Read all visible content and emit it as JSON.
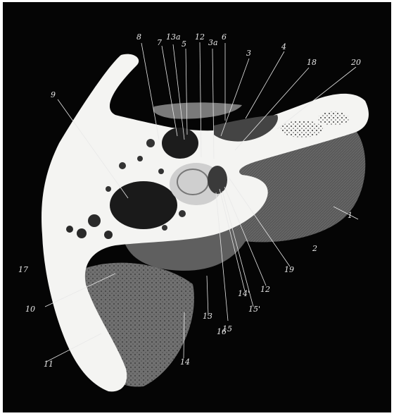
{
  "figure": {
    "description_free": true,
    "background_color": "#050505",
    "bone_color": "#f4f4f2",
    "tissue_color": "#6d6d6d",
    "labels": [
      {
        "id": "l-8-top",
        "text": "8"
      },
      {
        "id": "l-7",
        "text": "7"
      },
      {
        "id": "l-13a",
        "text": "13a"
      },
      {
        "id": "l-5-top",
        "text": "5"
      },
      {
        "id": "l-12-top",
        "text": "12"
      },
      {
        "id": "l-3a",
        "text": "3a"
      },
      {
        "id": "l-6",
        "text": "6"
      },
      {
        "id": "l-3",
        "text": "3"
      },
      {
        "id": "l-4",
        "text": "4"
      },
      {
        "id": "l-18",
        "text": "18"
      },
      {
        "id": "l-20",
        "text": "20"
      },
      {
        "id": "l-9",
        "text": "9"
      },
      {
        "id": "l-1",
        "text": "1"
      },
      {
        "id": "l-2",
        "text": "2"
      },
      {
        "id": "l-17",
        "text": "17"
      },
      {
        "id": "l-10",
        "text": "10"
      },
      {
        "id": "l-19",
        "text": "19"
      },
      {
        "id": "l-12-bot",
        "text": "12"
      },
      {
        "id": "l-14p",
        "text": "14'"
      },
      {
        "id": "l-15p",
        "text": "15'"
      },
      {
        "id": "l-13",
        "text": "13"
      },
      {
        "id": "l-15",
        "text": "15"
      },
      {
        "id": "l-16",
        "text": "16"
      },
      {
        "id": "l-11",
        "text": "11"
      },
      {
        "id": "l-14",
        "text": "14"
      }
    ]
  }
}
